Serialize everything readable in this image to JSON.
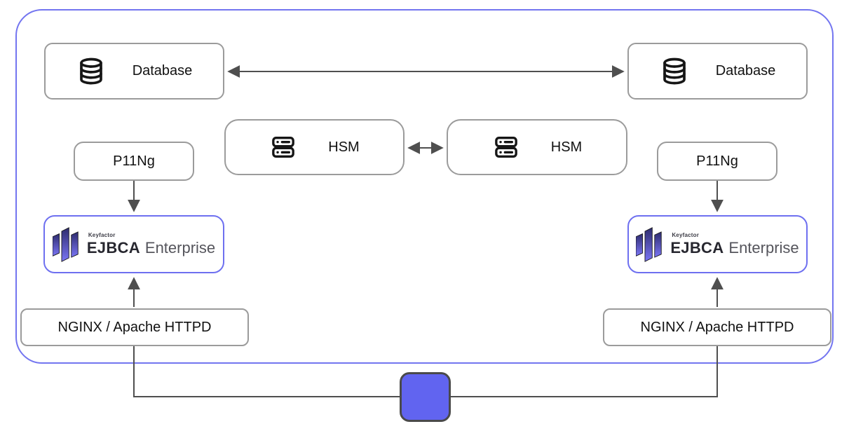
{
  "colors": {
    "outer_border": "#7375f0",
    "node_border": "#9b9b9b",
    "accent_border": "#6e70f0",
    "connector": "#4f4f4f",
    "load_balancer_fill": "#6164f0",
    "load_balancer_border": "#4a4a4a",
    "text": "#111111",
    "logo_dark": "#2e2c6e",
    "logo_light": "#7a75f5"
  },
  "nodes": {
    "database_left": {
      "label": "Database",
      "icon": "database-icon"
    },
    "database_right": {
      "label": "Database",
      "icon": "database-icon"
    },
    "hsm_left": {
      "label": "HSM",
      "icon": "server-icon"
    },
    "hsm_right": {
      "label": "HSM",
      "icon": "server-icon"
    },
    "p11ng_left": {
      "label": "P11Ng"
    },
    "p11ng_right": {
      "label": "P11Ng"
    },
    "ejbca_left": {
      "brand": "Keyfactor",
      "product": "EJBCA",
      "edition": "Enterprise"
    },
    "ejbca_right": {
      "brand": "Keyfactor",
      "product": "EJBCA",
      "edition": "Enterprise"
    },
    "nginx_left": {
      "label": "NGINX / Apache HTTPD"
    },
    "nginx_right": {
      "label": "NGINX / Apache HTTPD"
    }
  },
  "connections": [
    {
      "from": "database_left",
      "to": "database_right",
      "style": "bidirectional-arrow"
    },
    {
      "from": "hsm_left",
      "to": "hsm_right",
      "style": "bidirectional-arrow"
    },
    {
      "from": "p11ng_left",
      "to": "ejbca_left",
      "style": "arrow-down"
    },
    {
      "from": "p11ng_right",
      "to": "ejbca_right",
      "style": "arrow-down"
    },
    {
      "from": "nginx_left",
      "to": "ejbca_left",
      "style": "arrow-up"
    },
    {
      "from": "nginx_right",
      "to": "ejbca_right",
      "style": "arrow-up"
    },
    {
      "from": "nginx_left",
      "to": "load_balancer",
      "style": "line"
    },
    {
      "from": "nginx_right",
      "to": "load_balancer",
      "style": "line"
    }
  ]
}
